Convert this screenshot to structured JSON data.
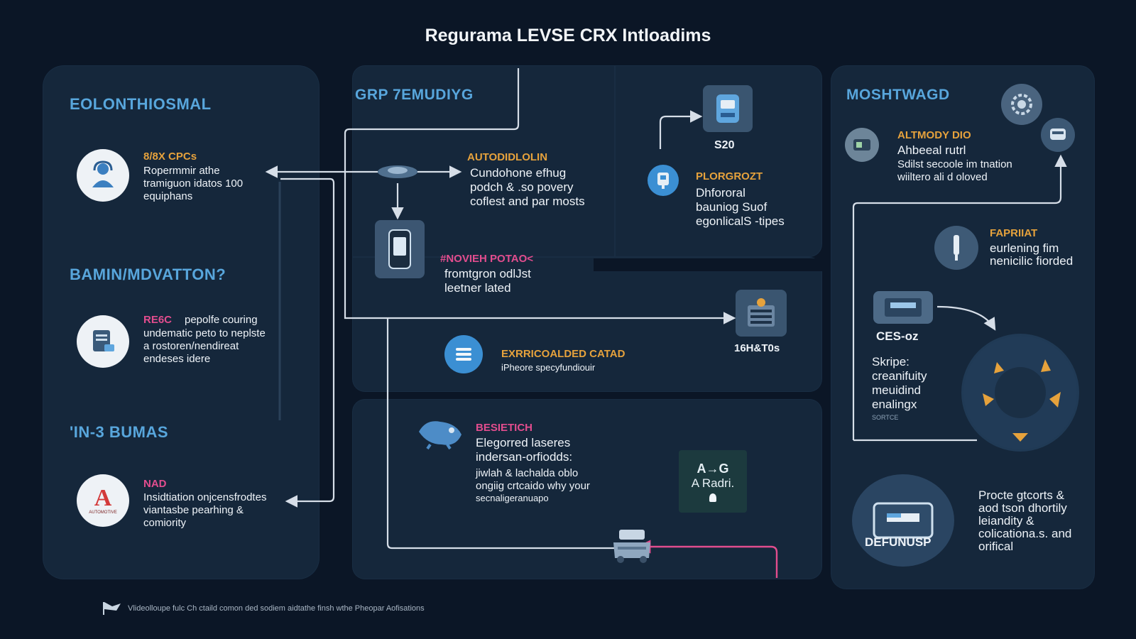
{
  "title": "Regurama LEVSE CRX Intloadims",
  "colors": {
    "heading": "#58a6dc",
    "accent_orange": "#e6a23c",
    "accent_pink": "#e24d8e",
    "panel": "#15273b",
    "background": "#0b1626"
  },
  "left": {
    "sections": [
      {
        "heading": "EOLONTHIOSMAL",
        "label": "8/8X CPCs",
        "lines": [
          "Ropermmir athe",
          "tramiguon idatos 100",
          "equiphans"
        ],
        "icon": "headset-user-icon"
      },
      {
        "heading": "BAMIN/MDVATTON?",
        "label": "RE6C",
        "label_rest": "pepolfe couring",
        "lines": [
          "undematic peto to neplste",
          "a rostoren/nendireat",
          "endeses idere"
        ],
        "icon": "document-icon"
      },
      {
        "heading": "'IN-3 BUMAS",
        "label": "NAD",
        "lines": [
          "Insidtiation onjcensfrodtes",
          "viantasbe pearhing &",
          "comiority"
        ],
        "icon": "logo-a-icon",
        "logo_text": "A",
        "logo_subtext": "AUTOMOTIVE"
      }
    ]
  },
  "middle": {
    "heading": "GRP 7EMUDIYG",
    "audio": {
      "label": "AUTODIDLOLIN",
      "lines": [
        "Cundohone efhug",
        "podch & .so povery",
        "coflest and par mosts"
      ],
      "icon": "drone-icon"
    },
    "phone_icon": "smartphone-icon",
    "pink_block": {
      "label": "#NOVIEH POTAO<",
      "lines": [
        "fromtgron odlJst",
        "leetner lated"
      ]
    },
    "s20": {
      "caption": "S20",
      "icon": "charging-station-icon"
    },
    "plorgrozt": {
      "label": "PLORGROZT",
      "lines": [
        "Dhfororal",
        "bauniog Suof",
        "egonlicalS -tipes"
      ],
      "icon": "charger-icon"
    },
    "exrrico": {
      "label": "EXRRICOALDED CATAD",
      "line": "iPheore specyfundiouir",
      "icon": "list-icon"
    },
    "server": {
      "caption": "16H&T0s",
      "icon": "server-icon"
    },
    "besietich": {
      "label": "BESIETICH",
      "lines_big": [
        "Elegorred laseres",
        "indersan-orfiodds:"
      ],
      "lines": [
        "jiwlah & lachalda oblo",
        "ongiig crtcaido why your",
        "secnaligeranuapo"
      ],
      "icon": "animal-icon"
    },
    "tile": {
      "line1": "A→G",
      "line2": "A Radri.",
      "icon": "pin-icon"
    },
    "bottom_icon": "car-icon"
  },
  "right": {
    "heading": "MOSHTWAGD",
    "altmody": {
      "label": "ALTMODY DIO",
      "lines": [
        "Ahbeeal rutrl",
        "Sdilst secoole im tnation",
        "wiiltero ali d oloved"
      ],
      "icon": "gauge-icon"
    },
    "top_icons": [
      "settings-gear-icon",
      "vehicle-icon"
    ],
    "fapriiat": {
      "label": "FAPRIIAT",
      "lines": [
        "eurlening fim",
        "nenicilic fiorded"
      ],
      "icon": "plug-icon"
    },
    "ces": {
      "caption": "CES-oz",
      "lines": [
        "Skripe:",
        "creanifuity",
        "meuidind",
        "enalingx"
      ],
      "small": "SORTCE",
      "icon": "card-icon"
    },
    "wheel_icon": "wheel-icon",
    "defunusp": {
      "caption": "DEFUNUSP",
      "lines": [
        "Procte gtcorts &",
        "aod tson dhortily",
        "leiandity &",
        "colicationa.s. and",
        "orifical"
      ],
      "icon": "monitor-icon"
    }
  },
  "footer": {
    "text": "Vlideolloupe fulc Ch ctaild comon ded sodiem aidtathe finsh wthe Pheopar Aofisations",
    "icon": "flag-icon"
  }
}
